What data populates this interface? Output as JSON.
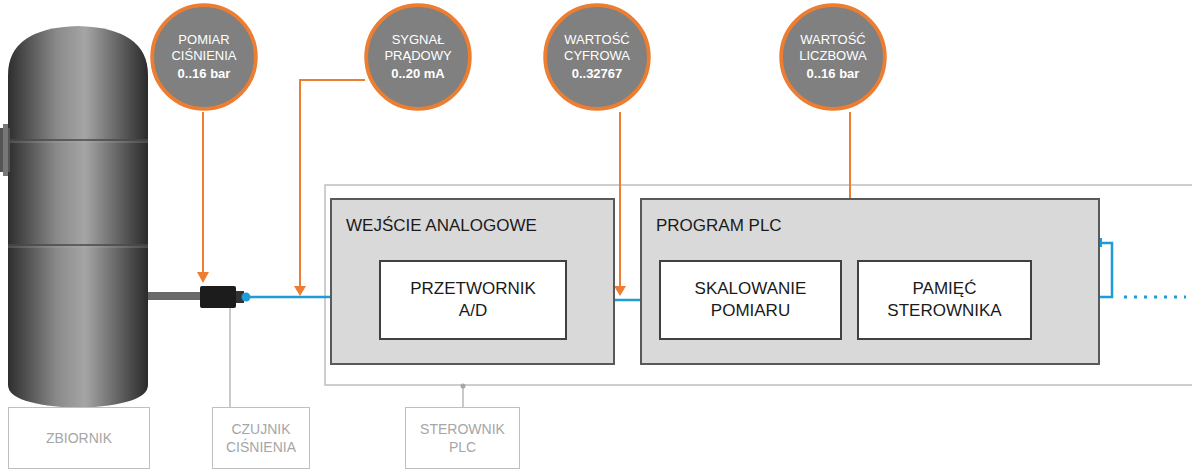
{
  "diagram": {
    "nodes": [
      {
        "text": [
          "POMIAR CIŚNIENIA",
          "0..16 bar"
        ]
      },
      {
        "text": [
          "SYGNAŁ PRĄDOWY",
          "0..20 mA"
        ]
      },
      {
        "text": [
          "WARTOŚĆ CYFROWA",
          "0..32767"
        ]
      },
      {
        "text": [
          "WARTOŚĆ LICZBOWA",
          "0..16 bar"
        ]
      },
      {
        "text": [
          "WEJŚCIE ANALOGOWE"
        ]
      },
      {
        "text": [
          "PRZETWORNIK A/D"
        ],
        "in": 4
      },
      {
        "text": [
          "PROGRAM PLC"
        ]
      },
      {
        "text": [
          "SKALOWANIE POMIARU"
        ],
        "in": 6
      },
      {
        "text": [
          "PAMIĘĆ STEROWNIKA"
        ],
        "in": 6
      },
      {
        "text": [
          "ZBIORNIK"
        ]
      },
      {
        "text": [
          "CZUJNIK CIŚNIENIA"
        ]
      },
      {
        "text": [
          "STEROWNIK PLC"
        ]
      }
    ],
    "edges": [
      {
        "from": 5,
        "to": 7,
        "arrow": "none"
      },
      {
        "from": 7,
        "to": 8,
        "arrow": "none"
      }
    ]
  }
}
